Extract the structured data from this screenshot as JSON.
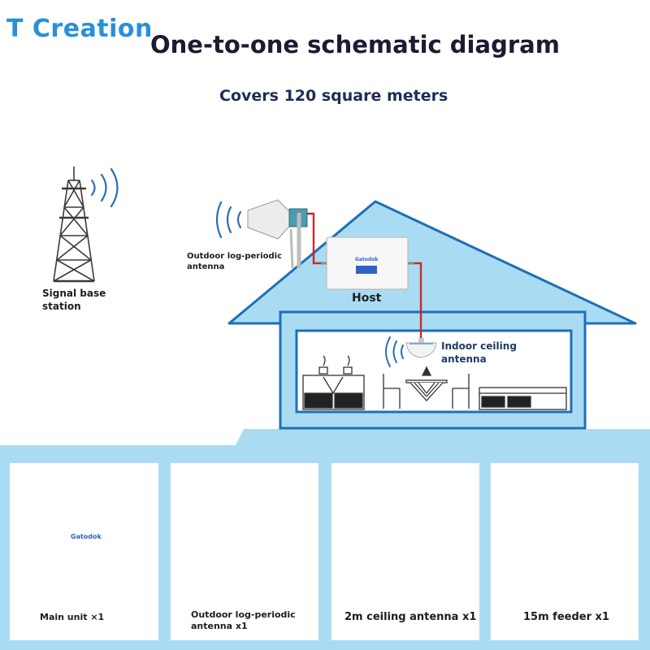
{
  "brand": "T Creation",
  "title": "One-to-one schematic diagram",
  "subtitle": "Covers 120 square meters",
  "labels": {
    "outdoor_antenna": [
      "Outdoor log-periodic",
      "antenna"
    ],
    "signal_station": [
      "Signal base",
      "station"
    ],
    "host": "Host",
    "indoor_antenna": [
      "Indoor ceiling",
      "antenna"
    ]
  },
  "device_brand": "Gatodok",
  "products": [
    {
      "label": "Main unit  ×1"
    },
    {
      "label": [
        "Outdoor log-periodic",
        "antenna x1"
      ]
    },
    {
      "label": "2m ceiling antenna x1"
    },
    {
      "label": "15m feeder x1"
    }
  ],
  "colors": {
    "brand": "#2a8fd8",
    "sky": "#a9dcf3",
    "house_fill": "#a9dcf3",
    "house_stroke": "#1f6fb5",
    "cable": "#c8282a"
  }
}
